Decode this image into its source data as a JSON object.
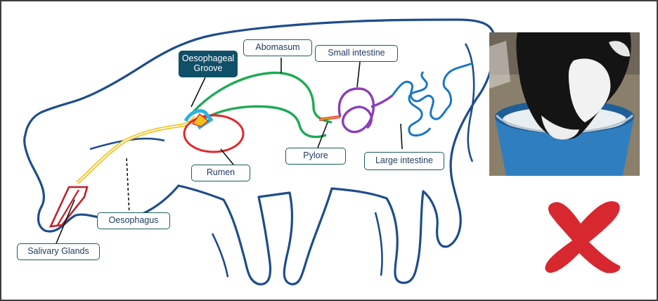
{
  "labels": {
    "oesophageal_groove_line1": "Oesophageal",
    "oesophageal_groove_line2": "Groove",
    "abomasum": "Abomasum",
    "small_intestine": "Small intestine",
    "rumen": "Rumen",
    "pylore": "Pylore",
    "large_intestine": "Large intestine",
    "oesophagus": "Oesophagus",
    "salivary_glands": "Salivary Glands"
  },
  "colors": {
    "outline": "#1e4d8c",
    "oesophagus": "#f2c21c",
    "abomasum": "#1eaa55",
    "rumen": "#e2262b",
    "groove": "#2bb2e0",
    "small_intestine": "#8b3fb8",
    "large_intestine": "#1a78c2",
    "salivary": "#c0202a",
    "cross": "#d7282f"
  },
  "photo": {
    "subject": "calf-drinking-milk-from-bucket"
  },
  "cross_icon": "cross-mark-icon"
}
